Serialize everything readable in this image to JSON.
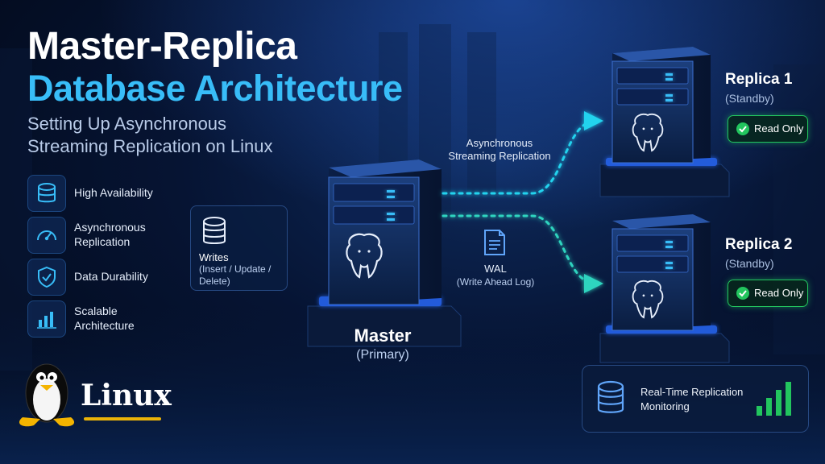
{
  "header": {
    "title_line1": "Master-Replica",
    "title_line2": "Database Architecture",
    "subtitle_line1": "Setting Up Asynchronous",
    "subtitle_line2": "Streaming Replication on Linux"
  },
  "features": [
    {
      "icon": "database-icon",
      "label_line1": "High Availability",
      "label_line2": ""
    },
    {
      "icon": "speedometer-icon",
      "label_line1": "Asynchronous",
      "label_line2": "Replication"
    },
    {
      "icon": "shield-check-icon",
      "label_line1": "Data Durability",
      "label_line2": ""
    },
    {
      "icon": "bar-chart-icon",
      "label_line1": "Scalable",
      "label_line2": "Architecture"
    }
  ],
  "writes": {
    "title": "Writes",
    "detail_line1": "(Insert / Update /",
    "detail_line2": "Delete)"
  },
  "flow": {
    "async_line1": "Asynchronous",
    "async_line2": "Streaming Replication",
    "wal_line1": "WAL",
    "wal_line2": "(Write Ahead Log)"
  },
  "master": {
    "name": "Master",
    "role": "(Primary)"
  },
  "replicas": [
    {
      "name": "Replica 1",
      "role": "(Standby)",
      "badge": "Read Only"
    },
    {
      "name": "Replica 2",
      "role": "(Standby)",
      "badge": "Read Only"
    }
  ],
  "monitoring": {
    "label_line1": "Real-Time Replication",
    "label_line2": "Monitoring"
  },
  "brand": {
    "os_name": "Linux"
  },
  "colors": {
    "accent": "#38bdf8",
    "flow_master": "#22d3ee",
    "flow_replica": "#2dd4bf",
    "badge_green": "#22c55e",
    "brand_underline": "#eab308"
  }
}
